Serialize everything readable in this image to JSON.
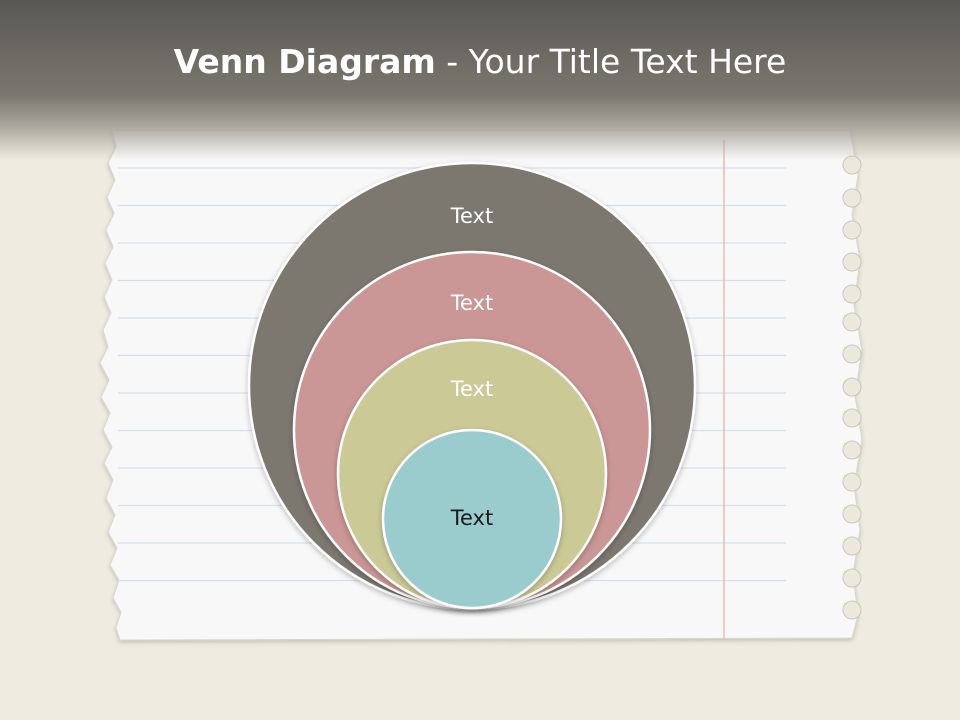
{
  "slide": {
    "title_bold": "Venn Diagram",
    "title_rest": " - Your Title Text Here"
  },
  "diagram": {
    "type": "nested-venn",
    "circles": [
      {
        "label": "Text",
        "color": "#7b7870",
        "text_color": "#ffffff"
      },
      {
        "label": "Text",
        "color": "#cb9696",
        "text_color": "#ffffff"
      },
      {
        "label": "Text",
        "color": "#cbca96",
        "text_color": "#ffffff"
      },
      {
        "label": "Text",
        "color": "#9acbcd",
        "text_color": "#1a1a1a"
      }
    ]
  },
  "colors": {
    "background": "#eeebe0",
    "header": "#6f6c65",
    "paper": "#f8f8f8",
    "rule_line": "#d6e0ec",
    "margin_line": "#f0b8b8"
  }
}
